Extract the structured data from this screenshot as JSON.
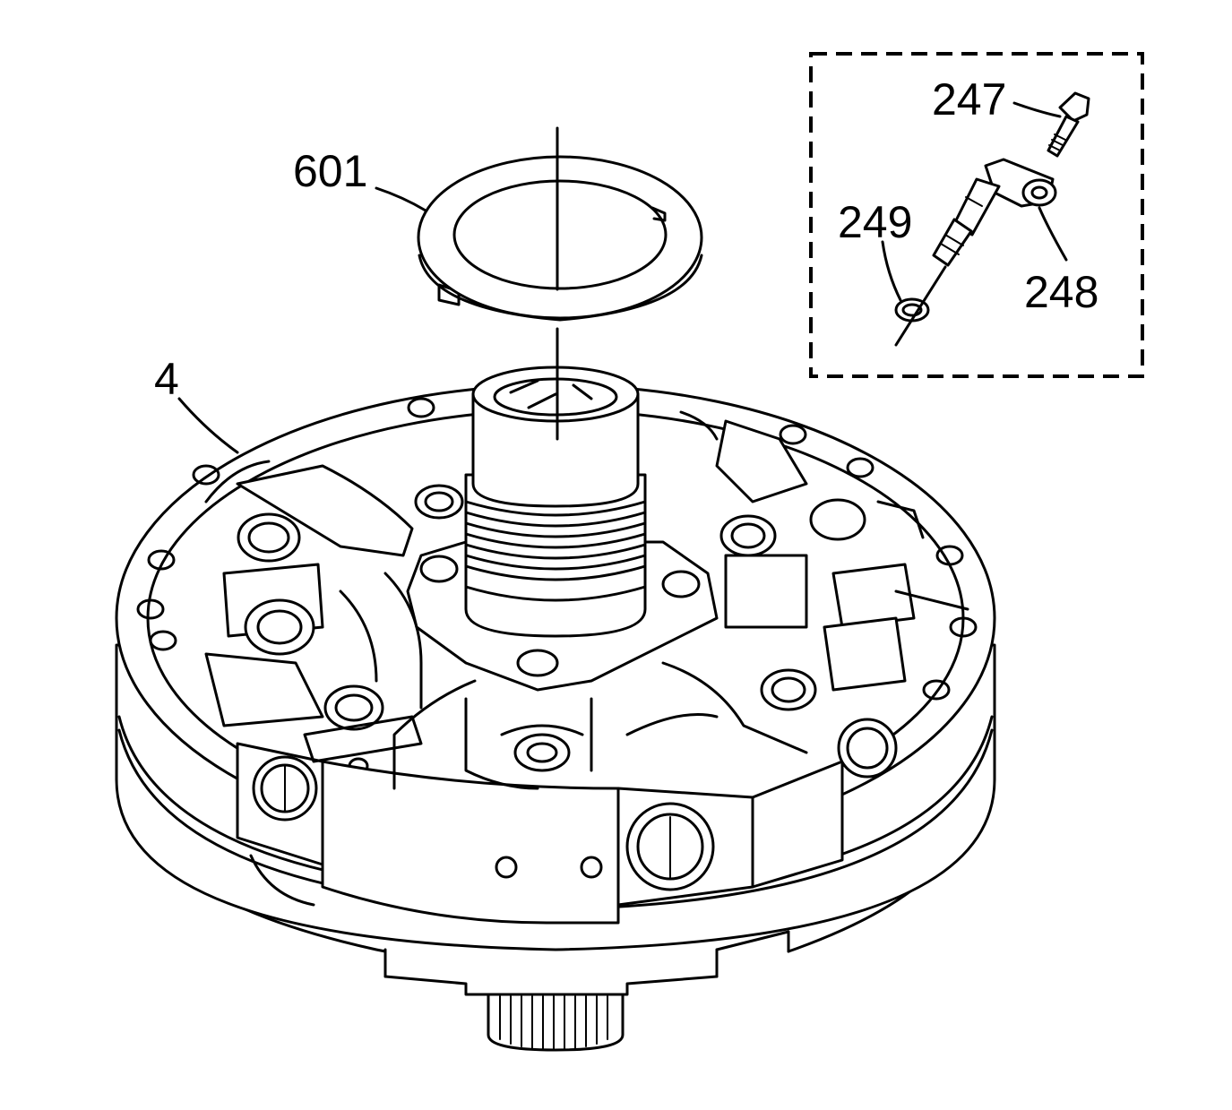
{
  "callouts": {
    "pump_assembly": "4",
    "seal_ring": "601",
    "bolt": "247",
    "sensor": "248",
    "o_ring": "249"
  },
  "colors": {
    "line": "#000000",
    "background": "#ffffff"
  }
}
